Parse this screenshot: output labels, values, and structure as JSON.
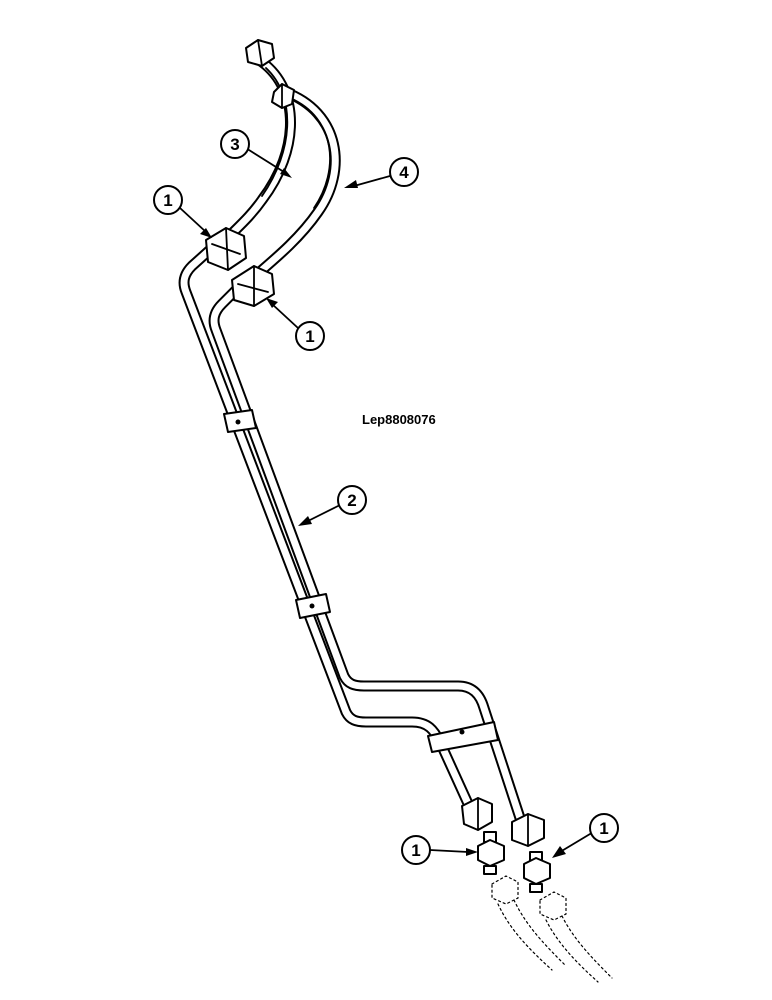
{
  "figure": {
    "reference_code": "Lep8808076"
  },
  "callouts": [
    {
      "id": "callout-3",
      "label": "3"
    },
    {
      "id": "callout-4",
      "label": "4"
    },
    {
      "id": "callout-1-upper-left",
      "label": "1"
    },
    {
      "id": "callout-1-upper-right",
      "label": "1"
    },
    {
      "id": "callout-2",
      "label": "2"
    },
    {
      "id": "callout-1-lower-left",
      "label": "1"
    },
    {
      "id": "callout-1-lower-right",
      "label": "1"
    }
  ]
}
